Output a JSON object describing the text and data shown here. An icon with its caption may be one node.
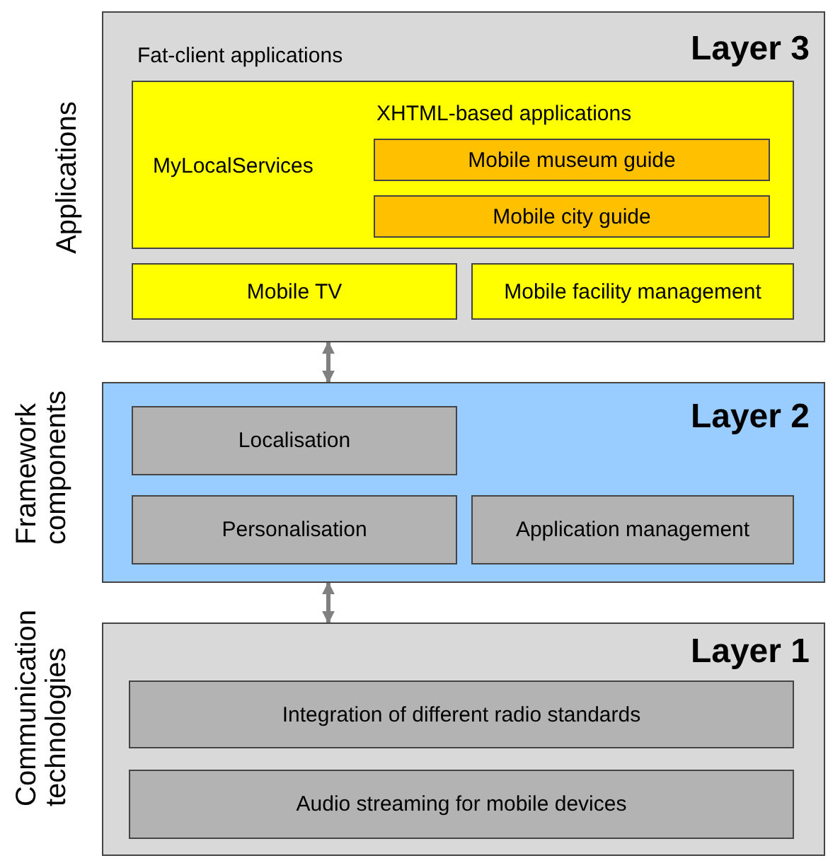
{
  "diagram": {
    "nodes": [
      {
        "text": [
          "Fat-client applications",
          "Layer 3"
        ],
        "beside": [
          "Applications"
        ]
      },
      {
        "text": [
          "XHTML-based applications",
          "MyLocalServices"
        ],
        "in": 0
      },
      {
        "text": [
          "Mobile museum guide"
        ],
        "in": 1
      },
      {
        "text": [
          "Mobile city guide"
        ],
        "in": 1
      },
      {
        "text": [
          "Mobile TV"
        ],
        "in": 0
      },
      {
        "text": [
          "Mobile facility management"
        ],
        "in": 0
      },
      {
        "text": [
          "Layer 2"
        ],
        "beside": [
          "Framework components"
        ]
      },
      {
        "text": [
          "Localisation"
        ],
        "in": 6
      },
      {
        "text": [
          "Personalisation"
        ],
        "in": 6
      },
      {
        "text": [
          "Application management"
        ],
        "in": 6
      },
      {
        "text": [
          "Layer 1"
        ],
        "beside": [
          "Communication technologies"
        ]
      },
      {
        "text": [
          "Integration of different radio standards"
        ],
        "in": 10
      },
      {
        "text": [
          "Audio streaming for mobile devices"
        ],
        "in": 10
      }
    ],
    "edges": [
      {
        "from": 0,
        "to": 6,
        "arrow": "both"
      },
      {
        "from": 6,
        "to": 10,
        "arrow": "both"
      }
    ]
  }
}
